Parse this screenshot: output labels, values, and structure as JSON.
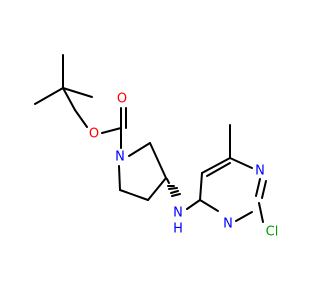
{
  "molecule": {
    "atoms": {
      "carbonyl_O": "O",
      "ester_O": "O",
      "pyrrolidine_N": "N",
      "amine_N": "N",
      "amine_H": "H",
      "ring_N_top": "N",
      "ring_N_bottom": "N",
      "chlorine": "Cl"
    },
    "colors": {
      "bond": "#000000",
      "oxygen": "#ff0000",
      "nitrogen": "#0000ff",
      "chlorine": "#00a000"
    }
  }
}
